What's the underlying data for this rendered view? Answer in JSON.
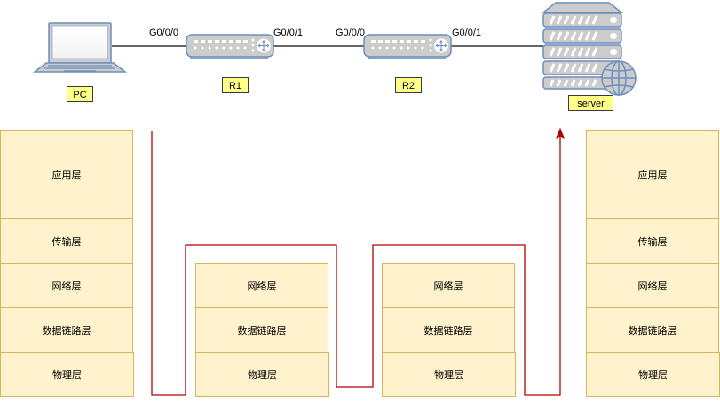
{
  "diagram": {
    "title": "",
    "colors": {
      "layer_fill": "#fff2cc",
      "layer_border": "#d6b656",
      "label_fill": "#ffff88",
      "device_fill": "#cccccc",
      "device_stroke": "#6c8ebf",
      "link": "#666666",
      "path": "#b20000"
    },
    "devices": [
      {
        "id": "pc",
        "type": "laptop-icon",
        "label": "PC"
      },
      {
        "id": "r1",
        "type": "router-icon",
        "label": "R1"
      },
      {
        "id": "r2",
        "type": "router-icon",
        "label": "R2"
      },
      {
        "id": "server",
        "type": "server-icon",
        "label": "server"
      }
    ],
    "links": [
      {
        "from": "PC",
        "to": "R1",
        "to_port": "G0/0/0"
      },
      {
        "from": "R1",
        "to": "R2",
        "from_port": "G0/0/1",
        "to_port": "G0/0/0"
      },
      {
        "from": "R2",
        "to": "server",
        "from_port": "G0/0/1"
      }
    ],
    "ports": {
      "r1_in": "G0/0/0",
      "r1_out": "G0/0/1",
      "r2_in": "G0/0/0",
      "r2_out": "G0/0/1"
    },
    "stacks": {
      "pc": [
        "应用层",
        "传输层",
        "网络层",
        "数据链路层",
        "物理层"
      ],
      "r1": [
        "网络层",
        "数据链路层",
        "物理层"
      ],
      "r2": [
        "网络层",
        "数据链路层",
        "物理层"
      ],
      "server": [
        "应用层",
        "传输层",
        "网络层",
        "数据链路层",
        "物理层"
      ]
    },
    "data_path": {
      "description": "Data flows down PC stack, up/down through R1 and R2 to network layer, then up server stack",
      "sequence": [
        "PC",
        "R1",
        "R2",
        "server"
      ],
      "arrow": "end"
    }
  }
}
